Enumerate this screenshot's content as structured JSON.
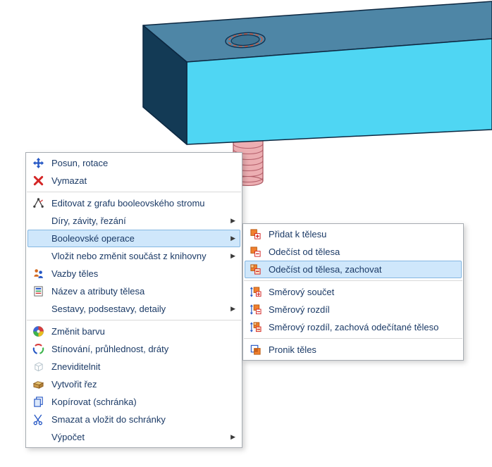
{
  "ui": {
    "submenu_arrow": "▶"
  },
  "colors": {
    "menu_highlight_bg": "#cfe7fb",
    "menu_highlight_border": "#84b7e2",
    "menu_text": "#1b3a66",
    "box_top": "#4e86a6",
    "box_front": "#4fd6f3",
    "box_side": "#133a55",
    "box_outline": "#0c2740",
    "screw_fill": "#ecaeb2",
    "screw_line": "#a8545e",
    "thread_dash": "#e0502c"
  },
  "context_menu": {
    "items": [
      {
        "label": "Posun, rotace"
      },
      {
        "label": "Vymazat"
      },
      {
        "label": "Editovat z grafu booleovského stromu"
      },
      {
        "label": "Díry, závity, řezání",
        "has_submenu": true
      },
      {
        "label": "Booleovské operace",
        "has_submenu": true,
        "highlighted": true
      },
      {
        "label": "Vložit nebo změnit součást z knihovny",
        "has_submenu": true
      },
      {
        "label": "Vazby těles"
      },
      {
        "label": "Název a atributy tělesa"
      },
      {
        "label": "Sestavy, podsestavy, detaily",
        "has_submenu": true
      },
      {
        "label": "Změnit barvu"
      },
      {
        "label": "Stínování, průhlednost, dráty"
      },
      {
        "label": "Zneviditelnit"
      },
      {
        "label": "Vytvořit řez"
      },
      {
        "label": "Kopírovat (schránka)"
      },
      {
        "label": "Smazat a vložit do schránky"
      },
      {
        "label": "Výpočet",
        "has_submenu": true
      }
    ]
  },
  "boolean_submenu": {
    "items": [
      {
        "label": "Přidat k tělesu"
      },
      {
        "label": "Odečíst od tělesa"
      },
      {
        "label": "Odečíst od tělesa, zachovat",
        "highlighted": true
      },
      {
        "label": "Směrový součet"
      },
      {
        "label": "Směrový rozdíl"
      },
      {
        "label": "Směrový rozdíl, zachová odečítané těleso"
      },
      {
        "label": "Pronik těles"
      }
    ]
  }
}
